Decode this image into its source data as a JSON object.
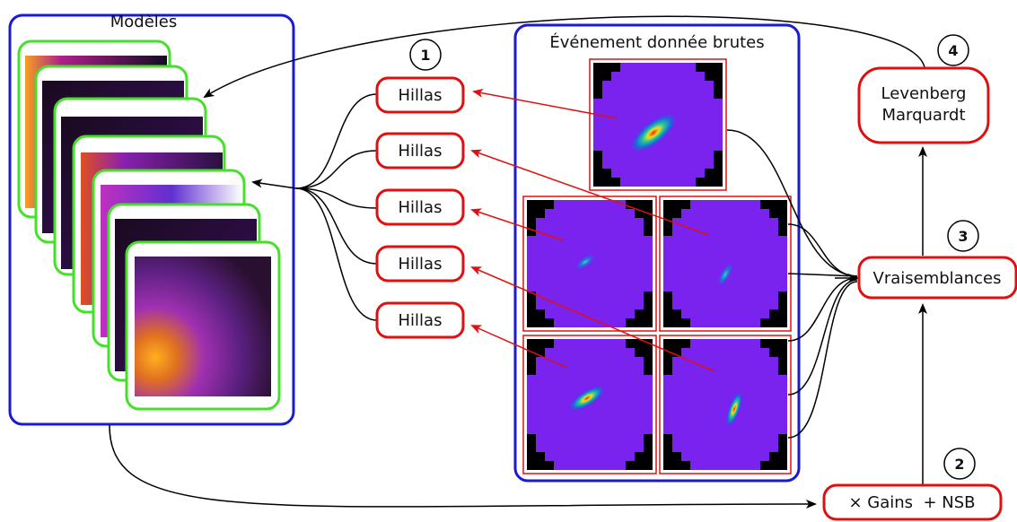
{
  "models_panel": {
    "title": "Modèles"
  },
  "event_panel": {
    "title": "Événement donnée brutes"
  },
  "hillas_boxes": [
    {
      "label": "Hillas"
    },
    {
      "label": "Hillas"
    },
    {
      "label": "Hillas"
    },
    {
      "label": "Hillas"
    },
    {
      "label": "Hillas"
    }
  ],
  "steps": {
    "step1": "1",
    "step2": "2",
    "step3": "3",
    "step4": "4"
  },
  "likelihood_box": {
    "label": "Vraisemblances"
  },
  "fit_box": {
    "line1": "Levenberg",
    "line2": "Marquardt"
  },
  "gains_box": {
    "label": "× Gains  + NSB"
  },
  "colors": {
    "panel_border": "#1a1ad6",
    "hillas_border": "#e01010",
    "model_frame": "#44e02a",
    "arrow_red": "#e01010",
    "camera_bg": "#7a22ee"
  }
}
